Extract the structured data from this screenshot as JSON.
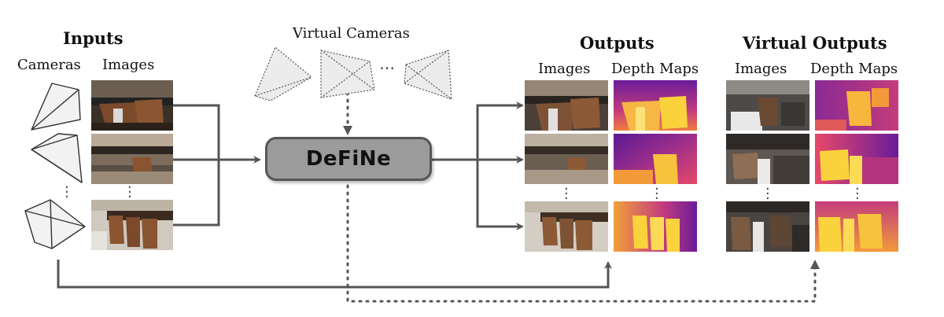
{
  "headings": {
    "inputs": "Inputs",
    "virtual_cameras": "Virtual Cameras",
    "outputs": "Outputs",
    "virtual_outputs": "Virtual Outputs"
  },
  "subheadings": {
    "cameras": "Cameras",
    "input_images": "Images",
    "output_images": "Images",
    "output_depth": "Depth Maps",
    "virtual_images": "Images",
    "virtual_depth": "Depth Maps"
  },
  "model_name": "DeFiNe",
  "ellipsis": "⋯",
  "colors": {
    "box_fill": "#9b9b9b",
    "box_border": "#555555",
    "arrow": "#555555",
    "depth_far": "#6a1c9a",
    "depth_mid": "#e8486a",
    "depth_near": "#f9d23c"
  }
}
